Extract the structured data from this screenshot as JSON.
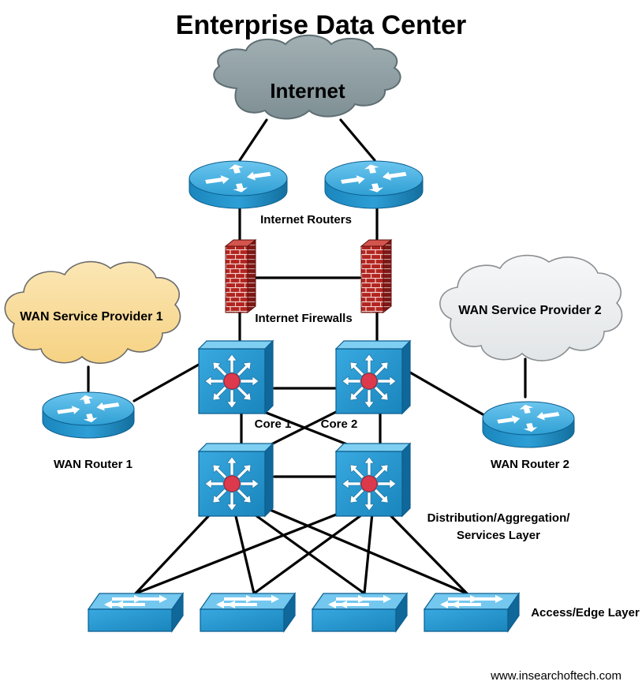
{
  "title": "Enterprise Data Center",
  "labels": {
    "internet": "Internet",
    "internet_routers": "Internet Routers",
    "internet_firewalls": "Internet Firewalls",
    "wan_provider_1": "WAN Service Provider 1",
    "wan_provider_2": "WAN Service Provider 2",
    "wan_router_1": "WAN Router 1",
    "wan_router_2": "WAN Router 2",
    "core_1": "Core 1",
    "core_2": "Core 2",
    "distribution_line1": "Distribution/Aggregation/",
    "distribution_line2": "Services Layer",
    "access_layer": "Access/Edge Layer"
  },
  "footer": "www.insearchoftech.com",
  "colors": {
    "device_blue": "#1f8fc5",
    "device_dark": "#0d5f8e",
    "firewall_red": "#b3241f",
    "internet_cloud": "#8e9ea2",
    "wan1_cloud": "#f9dd99",
    "wan2_cloud": "#eef0f1",
    "core_dot": "#dc3a4c"
  },
  "icons": {
    "router": "router-icon",
    "firewall": "firewall-icon",
    "multilayer_switch": "multilayer-switch-icon",
    "access_switch": "access-switch-icon",
    "cloud": "cloud-icon"
  }
}
